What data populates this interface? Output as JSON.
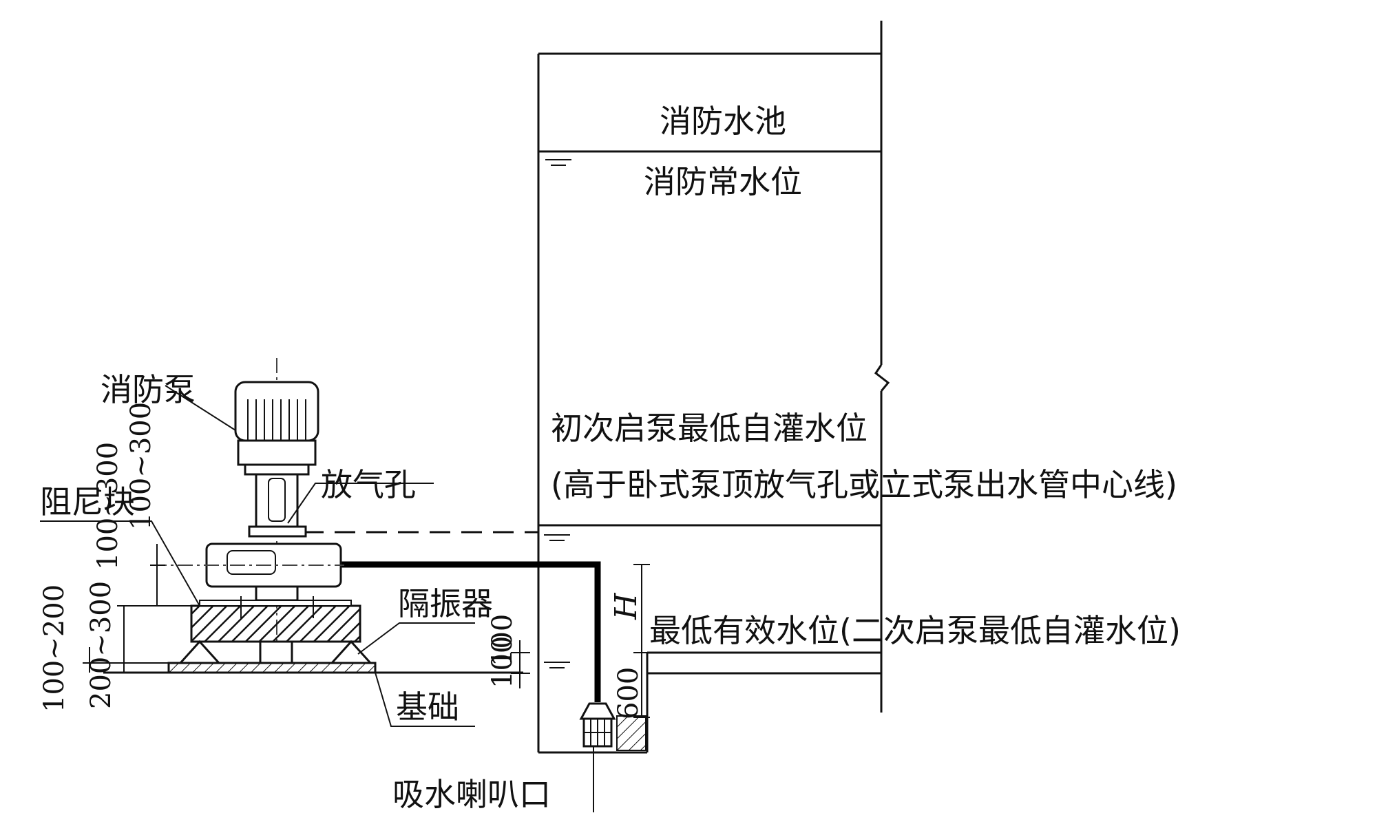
{
  "labels": {
    "pool": "消防水池",
    "normal_level": "消防常水位",
    "first_start_level": "初次启泵最低自灌水位",
    "first_start_note": "(高于卧式泵顶放气孔或立式泵出水管中心线)",
    "min_effective_level": "最低有效水位(二次启泵最低自灌水位)",
    "pump": "消防泵",
    "vent": "放气孔",
    "damper": "阻尼块",
    "isolator": "隔振器",
    "foundation": "基础",
    "suction_bell": "吸水喇叭口"
  },
  "dimensions": {
    "d_100_300": "100~300",
    "d_100_200": "100~200",
    "d_200_300": "200~300",
    "d_100": "100",
    "d_600": "600",
    "d_H": "H"
  }
}
